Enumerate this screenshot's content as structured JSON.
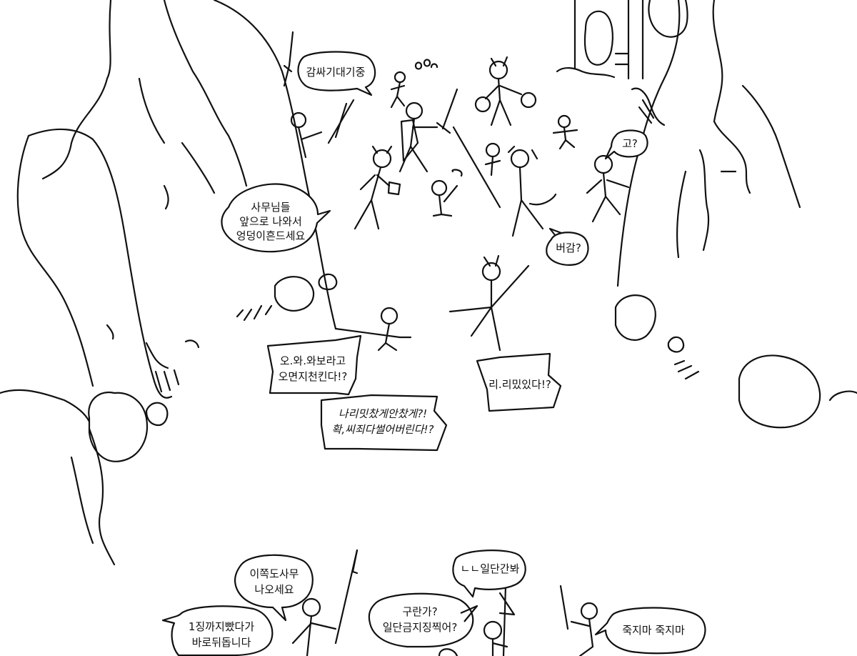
{
  "bubbles": {
    "gamssa": "감싸기대기중",
    "go": "고?",
    "samunim": [
      "사무님들",
      "앞으로 나와서",
      "엉덩이흔드세요"
    ],
    "beogam": "버감?",
    "owa": [
      "오.와.와보라고",
      "오면지천킨다!?"
    ],
    "riri": "리.리밌있다!?",
    "nari": [
      "나리밋찼게안찼게?!",
      "확,씨죄다썰어버린다!?"
    ],
    "ijjok": [
      "이쪽도사무",
      "나오세요"
    ],
    "jing": [
      "1징까지빴다가",
      "바로뒤돕니다"
    ],
    "guran": [
      "구란가?",
      "일단금지징찍어?"
    ],
    "nieun": "ㄴㄴ일단간봐",
    "jukjima": "죽지마 죽지마"
  }
}
